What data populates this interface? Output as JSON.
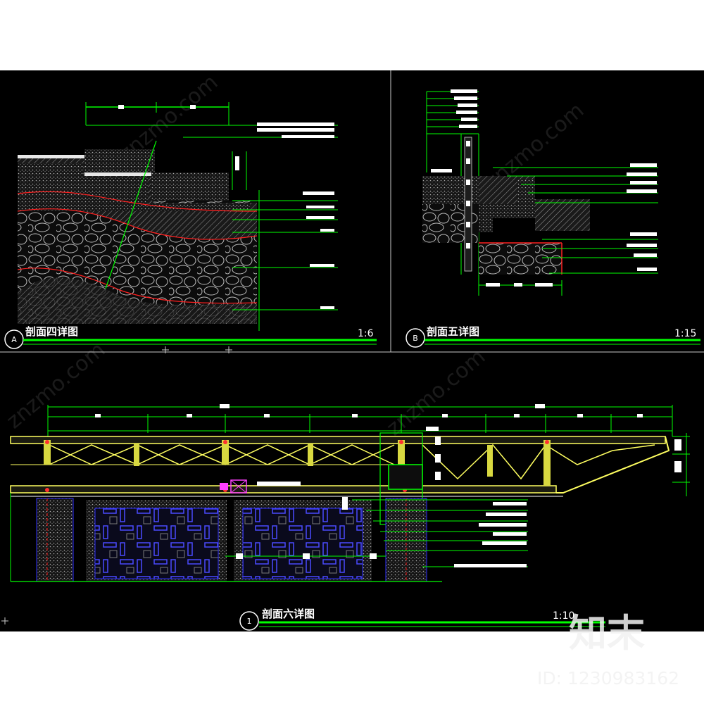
{
  "panels": [
    {
      "marker": "A",
      "title": "剖面四详图",
      "scale": "1:6"
    },
    {
      "marker": "B",
      "title": "剖面五详图",
      "scale": "1:15"
    },
    {
      "marker": "1",
      "title": "剖面六详图",
      "scale": "1:10"
    }
  ],
  "watermark": {
    "text": "znzmo.com",
    "brand": "知末",
    "id": "ID: 1230983162"
  },
  "colors": {
    "background": "#000000",
    "line": "#00ff00",
    "accent": "#ffff00",
    "outline": "#ff0000",
    "blue": "#3030ff"
  }
}
